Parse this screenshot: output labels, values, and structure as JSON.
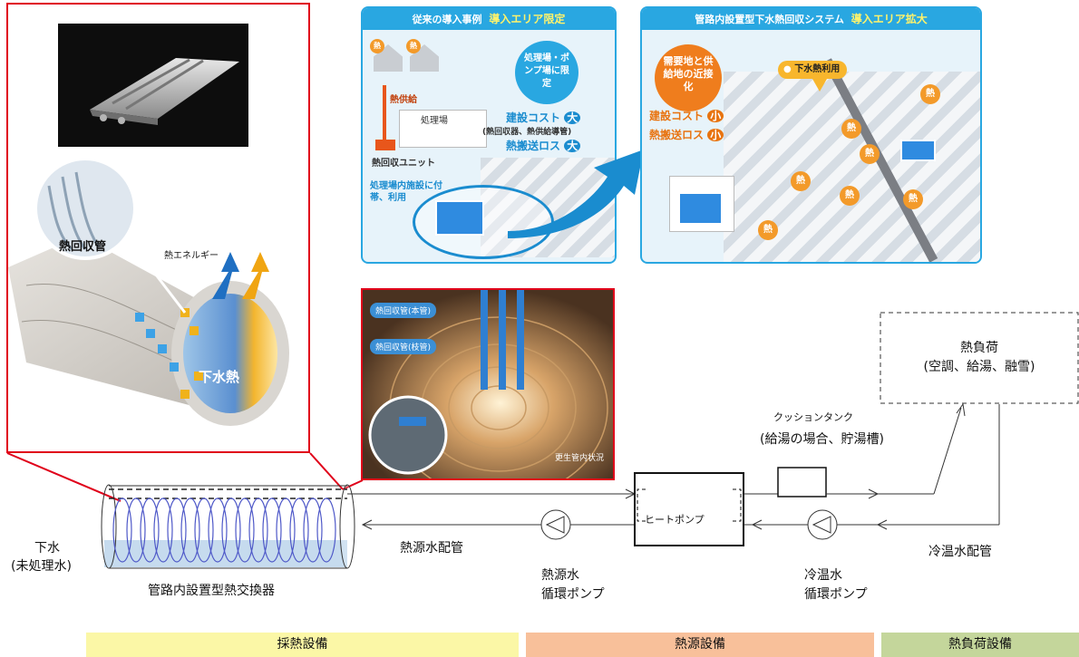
{
  "illustration_left": {
    "callout_heat_pipe": "熱回収管",
    "label_heat_energy": "熱エネルギー",
    "label_sewage_heat": "下水熱"
  },
  "panel_conventional": {
    "title": "従来の導入事例",
    "title_highlight": "導入エリア限定",
    "bubble": "処理場・ポンプ場に限定",
    "heat": "熱",
    "heat_supply": "熱供給",
    "plant": "処理場",
    "unit": "熱回収ユニット",
    "cost": "建設コスト",
    "cost_level": "大",
    "cost_note": "(熱回収器、熱供給導管)",
    "loss": "熱搬送ロス",
    "loss_level": "大",
    "oval": "処理場内施設に付帯、利用"
  },
  "panel_new": {
    "title": "管路内設置型下水熱回収システム",
    "title_highlight": "導入エリア拡大",
    "bubble": "需要地と供給地の近接化",
    "usage": "下水熱利用",
    "cost": "建設コスト",
    "cost_level": "小",
    "loss": "熱搬送ロス",
    "loss_level": "小",
    "heat": "熱"
  },
  "photo_tunnel": {
    "label_main": "熱回収管(本管)",
    "label_branch": "熱回収管(枝管)",
    "caption": "更生管内状況"
  },
  "diagram": {
    "sewage": "下水",
    "sewage_sub": "(未処理水)",
    "exchanger": "管路内設置型熱交換器",
    "source_pipe": "熱源水配管",
    "source_pump_1": "熱源水",
    "source_pump_2": "循環ポンプ",
    "heat_pump": "ヒートポンプ",
    "cushion_tank": "クッションタンク",
    "cushion_note": "(給湯の場合、貯湯槽)",
    "cold_pump_1": "冷温水",
    "cold_pump_2": "循環ポンプ",
    "cold_pipe": "冷温水配管",
    "load_title": "熱負荷",
    "load_sub": "(空調、給湯、融雪)"
  },
  "bands": {
    "collection": "採熱設備",
    "source": "熱源設備",
    "load": "熱負荷設備"
  },
  "colors": {
    "callout_red": "#e0001a",
    "band_yellow": "#fbf7a6",
    "band_orange": "#f8c09a",
    "band_green": "#c4d69b",
    "panel_blue": "#29a7e1",
    "water_blue": "#c6dbee"
  }
}
